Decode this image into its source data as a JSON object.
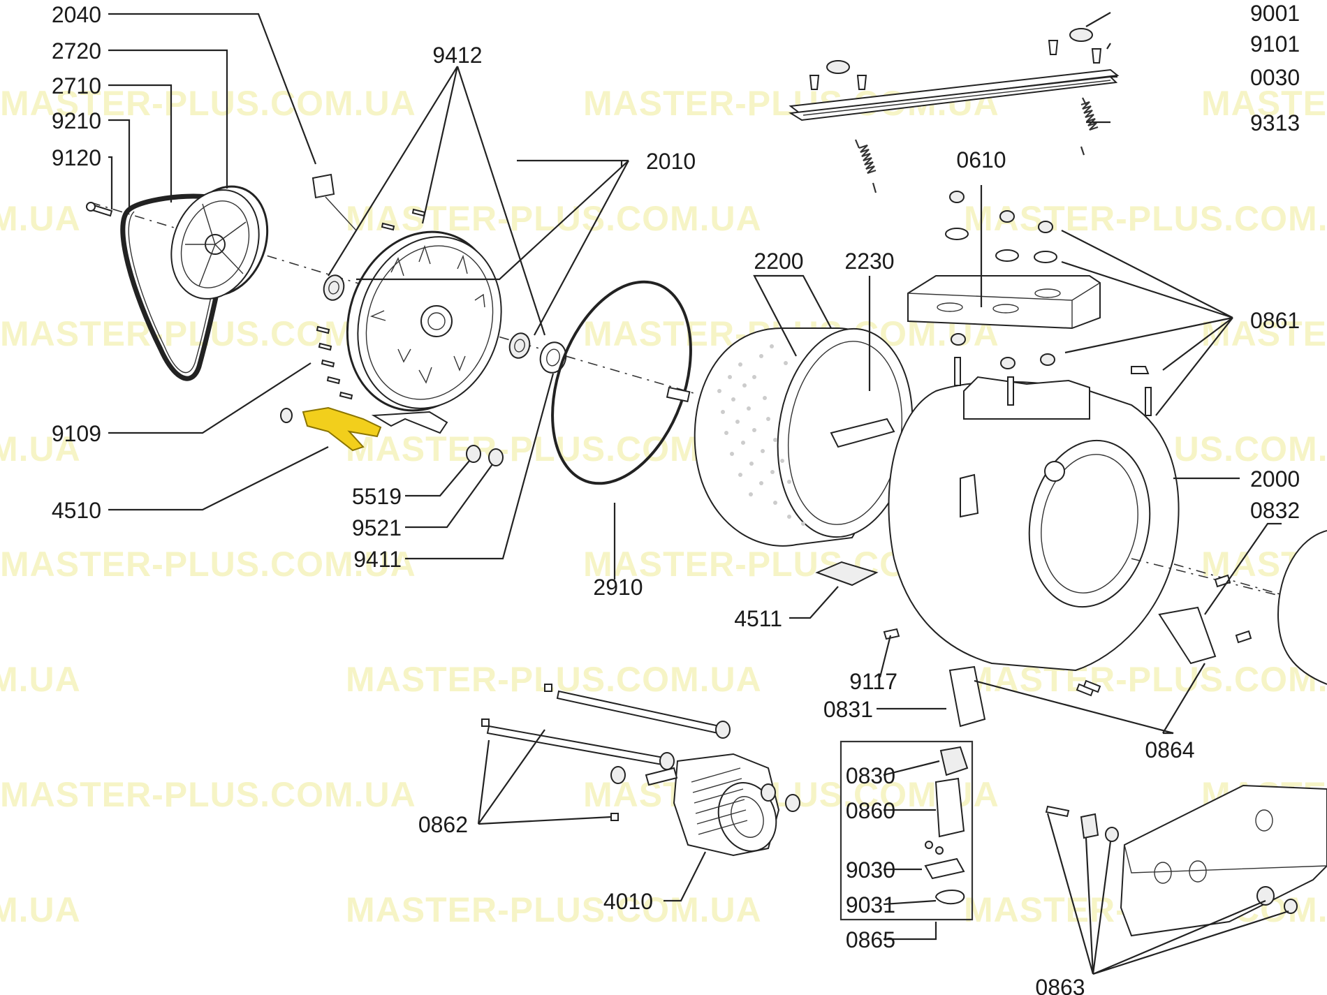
{
  "watermark": "MASTER-PLUS.COM.UA",
  "highlight_color": "#f2cf1c",
  "labels": {
    "p2040": "2040",
    "p2720": "2720",
    "p2710": "2710",
    "p9210": "9210",
    "p9120": "9120",
    "p9412": "9412",
    "p2010": "2010",
    "p9109": "9109",
    "p4510": "4510",
    "p5519": "5519",
    "p9521": "9521",
    "p9411": "9411",
    "p2910": "2910",
    "p2200": "2200",
    "p2230": "2230",
    "p4511": "4511",
    "p9001": "9001",
    "p9101": "9101",
    "p0030": "0030",
    "p9313": "9313",
    "p0610": "0610",
    "p0861": "0861",
    "p2000": "2000",
    "p0832": "0832",
    "p9117": "9117",
    "p0831": "0831",
    "p0864": "0864",
    "p0862": "0862",
    "p4010": "4010",
    "p0830": "0830",
    "p0860": "0860",
    "p9030": "9030",
    "p9031": "9031",
    "p0865": "0865",
    "p0863": "0863"
  }
}
